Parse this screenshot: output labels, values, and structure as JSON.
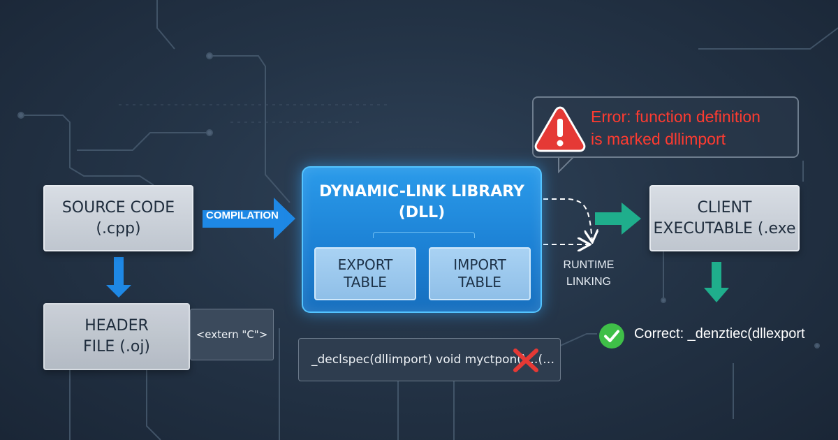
{
  "source": {
    "line1": "SOURCE CODE",
    "line2": "(.cpp)"
  },
  "header": {
    "line1": "HEADER",
    "line2": "FILE (.oj)"
  },
  "extern_tag": "<extern \"C\">",
  "compilation_label": "COMPILATION",
  "dll": {
    "title_line1": "DYNAMIC-LINK LIBRARY",
    "title_line2": "(DLL)",
    "export_line1": "EXPORT",
    "export_line2": "TABLE",
    "import_line1": "IMPORT",
    "import_line2": "TABLE"
  },
  "runtime_label": {
    "line1": "RUNTIME",
    "line2": "LINKING"
  },
  "client": {
    "line1": "CLIENT",
    "line2": "EXECUTABLE (.exe"
  },
  "error": {
    "line1": "Error: function definition",
    "line2": "is marked dllimport",
    "color": "#ff3b30"
  },
  "code_snippet": "_declspec(dllimport) void myctpon()…(…",
  "correct_text": "Correct: _denztiec(dllexport",
  "colors": {
    "accent_blue": "#1e88e5",
    "accent_green": "#1fae8c",
    "check_green": "#3fbf48",
    "error_red": "#e53935"
  },
  "icons": {
    "warning": "warning-triangle-icon",
    "cross": "red-x-icon",
    "check": "green-checkmark-icon"
  }
}
